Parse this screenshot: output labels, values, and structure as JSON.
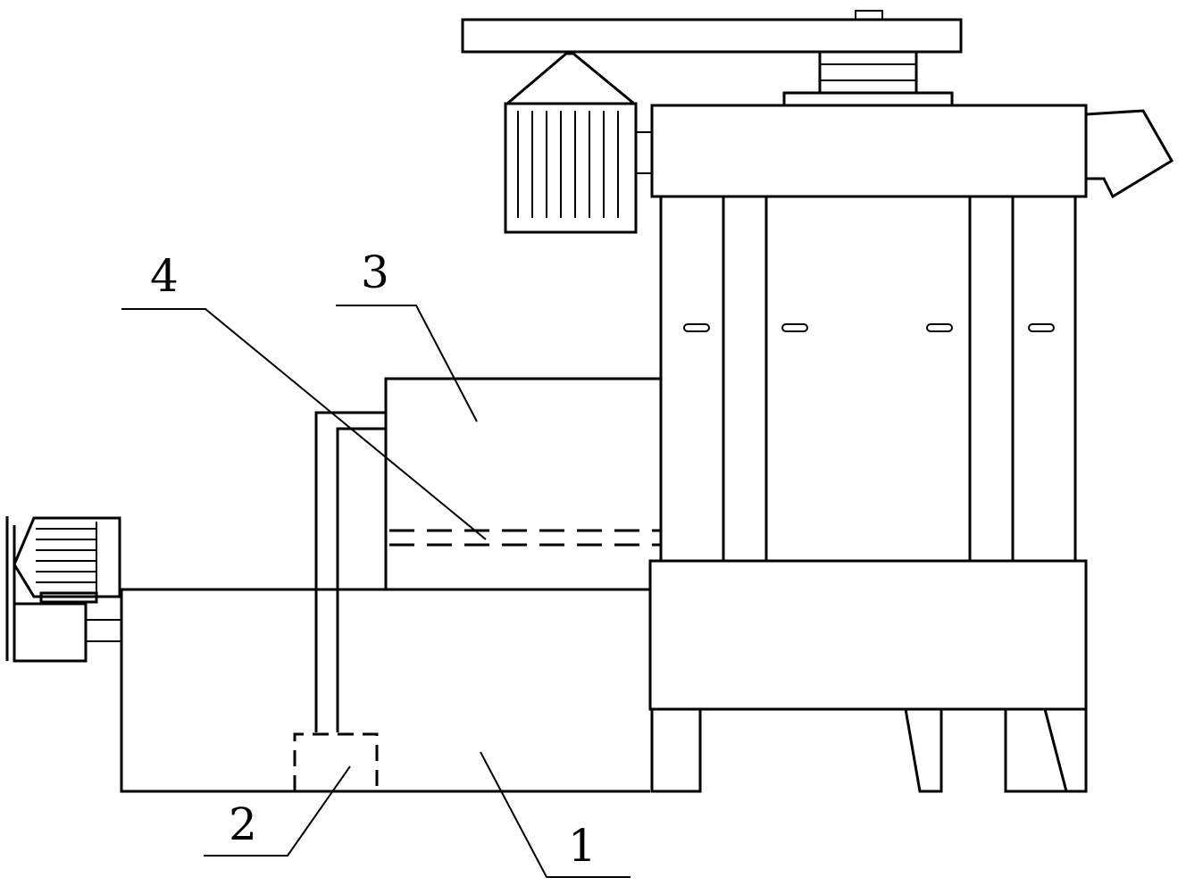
{
  "labels": {
    "part_1": "1",
    "part_2": "2",
    "part_3": "3",
    "part_4": "4"
  }
}
